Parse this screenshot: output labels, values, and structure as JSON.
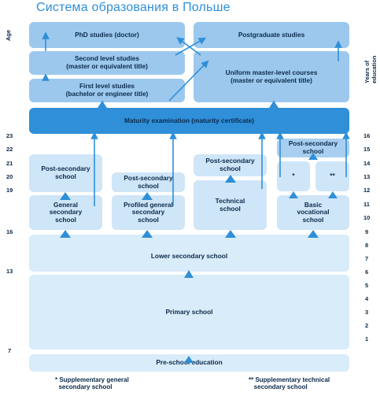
{
  "title": "Система образования в Польше",
  "axis_left_title": "Age",
  "axis_right_title": "Years of education",
  "ages": [
    "23",
    "22",
    "21",
    "20",
    "19",
    "16",
    "13",
    "7"
  ],
  "years": [
    "16",
    "15",
    "14",
    "13",
    "12",
    "11",
    "10",
    "9",
    "8",
    "7",
    "6",
    "5",
    "4",
    "3",
    "2",
    "1"
  ],
  "boxes": {
    "phd": "PhD studies (doctor)",
    "postgrad": "Postgraduate studies",
    "second_level": "Second level studies\n(master or equivalent title)",
    "first_level": "First level studies\n(bachelor or engineer title)",
    "uniform_master": "Uniform master-level courses\n(master or equivalent title)",
    "maturity": "Maturity examination (maturity certificate)",
    "post_sec_top_right": "Post-secondary\nschool",
    "post_sec_general": "Post-secondary\nschool",
    "post_sec_profiled": "Post-secondary\nschool",
    "post_sec_technical": "Post-secondary\nschool",
    "star1": "*",
    "star2": "**",
    "general_secondary": "General\nsecondary\nschool",
    "profiled_general": "Profiled general\nsecondary\nschool",
    "technical": "Technical\nschool",
    "basic_vocational": "Basic\nvocational\nschool",
    "lower_secondary": "Lower secondary school",
    "primary": "Primary school",
    "preschool": "Pre-school education"
  },
  "footnotes": {
    "one": "* Supplementary general\n  secondary school",
    "two": "** Supplementary technical\n   secondary school"
  }
}
